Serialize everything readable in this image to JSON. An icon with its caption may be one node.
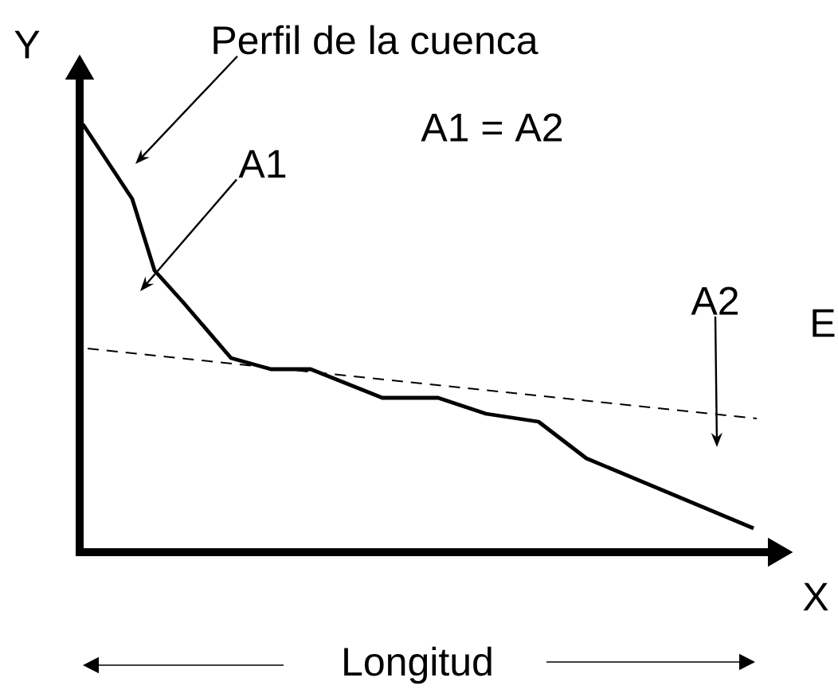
{
  "diagram": {
    "nodes": [
      {
        "text": [
          "Perfil de la cuenca"
        ]
      },
      {
        "text": [
          "A1"
        ]
      },
      {
        "text": [
          "A2"
        ]
      }
    ],
    "edges": [
      {
        "from": 0,
        "to": null,
        "arrow": "to"
      },
      {
        "from": 1,
        "to": null,
        "arrow": "to"
      },
      {
        "from": 2,
        "to": null,
        "arrow": "to"
      }
    ],
    "labels": [
      "Y",
      "A1 = A2",
      "E",
      "X",
      "Longitud"
    ]
  }
}
